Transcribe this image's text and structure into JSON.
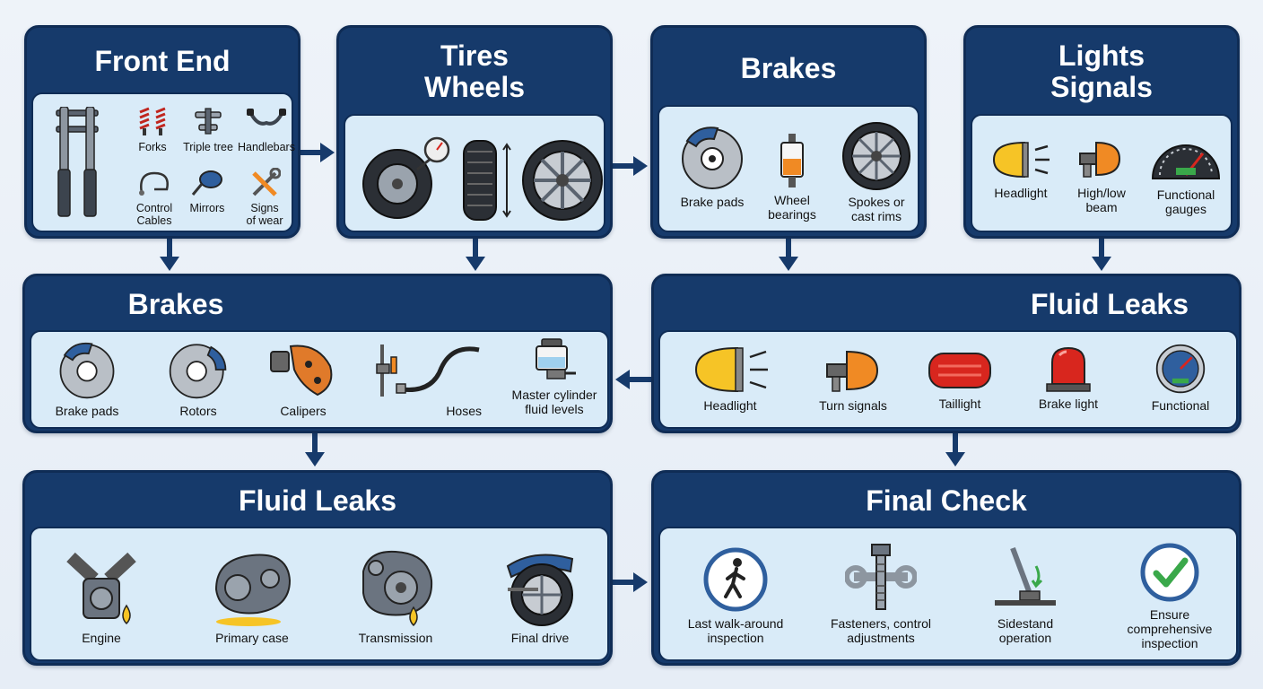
{
  "panels": {
    "front_end": {
      "title": "Front End",
      "items": [
        "Forks",
        "Triple tree",
        "Handlebars",
        "Control\nCables",
        "Mirrors",
        "Signs\nof wear"
      ]
    },
    "tires_wheels": {
      "title_line1": "Tires",
      "title_line2": "Wheels"
    },
    "brakes_top": {
      "title": "Brakes",
      "items": [
        "Brake pads",
        "Wheel\nbearings",
        "Spokes or\ncast rims"
      ]
    },
    "lights_signals": {
      "title_line1": "Lights",
      "title_line2": "Signals",
      "items": [
        "Headlight",
        "High/low\nbeam",
        "Functional\ngauges"
      ]
    },
    "brakes_mid": {
      "title": "Brakes",
      "items": [
        "Brake pads",
        "Rotors",
        "Calipers",
        "Hoses",
        "Master cylinder\nfluid levels"
      ]
    },
    "fluid_leaks_mid": {
      "title": "Fluid Leaks",
      "items": [
        "Headlight",
        "Turn signals",
        "Taillight",
        "Brake light",
        "Functional"
      ]
    },
    "fluid_leaks_bottom": {
      "title": "Fluid Leaks",
      "items": [
        "Engine",
        "Primary case",
        "Transmission",
        "Final drive"
      ]
    },
    "final_check": {
      "title": "Final Check",
      "items": [
        "Last walk-around\ninspection",
        "Fasteners, control\nadjustments",
        "Sidestand\noperation",
        "Ensure\ncomprehensive\ninspection"
      ]
    }
  },
  "colors": {
    "header": "#163a6b",
    "body": "#d9ebf8",
    "arrow": "#163a6b",
    "accent_blue": "#2f5f9e",
    "accent_orange": "#f08a24",
    "accent_green": "#3aa84a",
    "accent_red": "#d8261e",
    "accent_yellow": "#f6c426"
  }
}
